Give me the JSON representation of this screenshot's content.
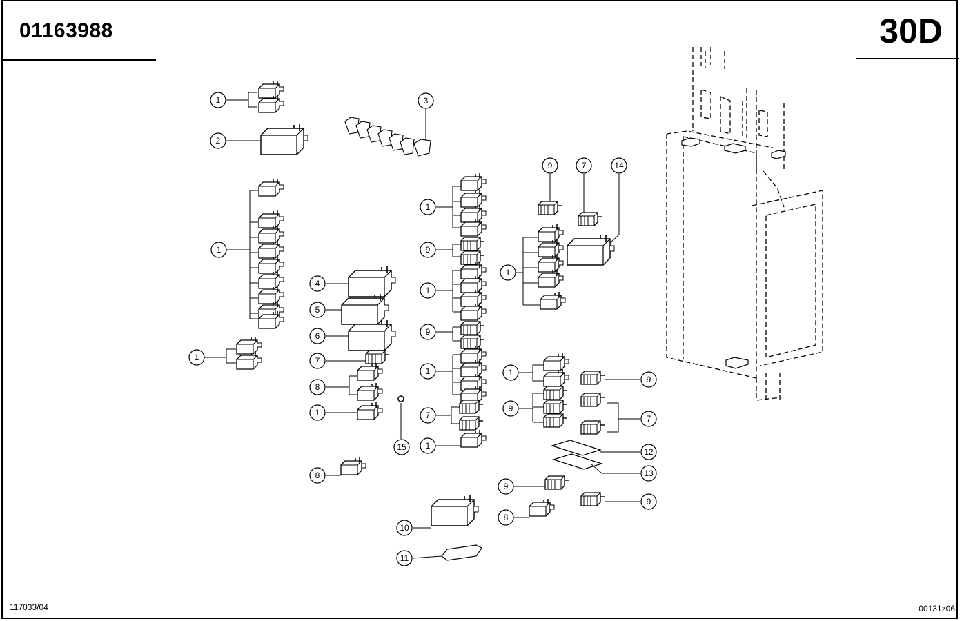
{
  "header": {
    "part_number": "01163988",
    "group_code": "30D"
  },
  "footer": {
    "left_code": "117033/04",
    "right_code": "00131z06"
  },
  "callouts": {
    "c1a": "1",
    "c2": "2",
    "c3": "3",
    "c1b": "1",
    "c1c": "1",
    "c4": "4",
    "c5": "5",
    "c6": "6",
    "c7a": "7",
    "c8a": "8",
    "c1d": "1",
    "c15": "15",
    "c8b": "8",
    "c10": "10",
    "c11": "11",
    "c1e": "1",
    "c9a": "9",
    "c1f": "1",
    "c9b": "9",
    "c1g": "1",
    "c7b": "7",
    "c1h": "1",
    "c9c": "9",
    "c7c": "7",
    "c14": "14",
    "c1i": "1",
    "c1j": "1",
    "c9d": "9",
    "c9e": "9",
    "c7d": "7",
    "c12": "12",
    "c13": "13",
    "c9f": "9",
    "c9g": "9",
    "c8c": "8"
  }
}
